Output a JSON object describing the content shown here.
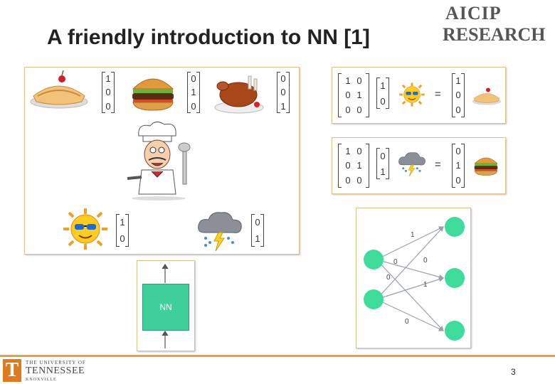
{
  "slide": {
    "title": "A friendly introduction to NN [1]",
    "page_number": "3"
  },
  "logo": {
    "line1": "AICIP",
    "line2": "RESEARCH"
  },
  "university": {
    "line1": "THE UNIVERSITY OF",
    "line2": "TENNESSEE",
    "line3": "KNOXVILLE",
    "mark": "T"
  },
  "left_panel": {
    "food_vectors": [
      [
        "1",
        "0",
        "0"
      ],
      [
        "0",
        "1",
        "0"
      ],
      [
        "0",
        "0",
        "1"
      ]
    ],
    "weather_vectors": [
      [
        "1",
        "0"
      ],
      [
        "0",
        "1"
      ]
    ],
    "icons": [
      "pie-icon",
      "burger-icon",
      "chicken-icon",
      "chef-icon",
      "sun-icon",
      "storm-cloud-icon"
    ]
  },
  "eq1": {
    "matrix": [
      [
        "1",
        "0"
      ],
      [
        "0",
        "1"
      ],
      [
        "0",
        "0"
      ]
    ],
    "input": [
      "1",
      "0"
    ],
    "equals": "=",
    "output": [
      "1",
      "0",
      "0"
    ]
  },
  "eq2": {
    "matrix": [
      [
        "1",
        "0"
      ],
      [
        "0",
        "1"
      ],
      [
        "0",
        "0"
      ]
    ],
    "input": [
      "0",
      "1"
    ],
    "equals": "=",
    "output": [
      "0",
      "1",
      "0"
    ]
  },
  "network": {
    "edge_labels": [
      "1",
      "0",
      "0",
      "0",
      "1",
      "0"
    ],
    "colors": {
      "node": "#3ddc9a",
      "edge": "#9aa0aa"
    }
  },
  "nn_box": {
    "label": "NN"
  },
  "colors": {
    "panel_border": "#d8c38a",
    "footer": "#e0a34a",
    "ut_orange": "#e07a1f",
    "nn_green": "#3fcf98"
  }
}
